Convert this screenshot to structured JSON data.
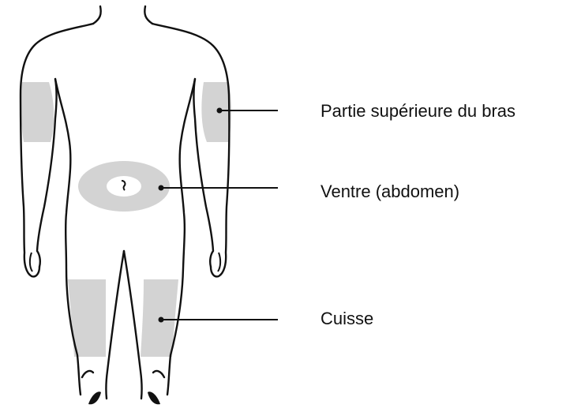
{
  "colors": {
    "outline": "#111111",
    "injection_zone": "#d3d3d3",
    "background": "#ffffff"
  },
  "injection_sites": [
    {
      "id": "upper-arm",
      "label": "Partie supérieure du bras"
    },
    {
      "id": "abdomen",
      "label": "Ventre (abdomen)"
    },
    {
      "id": "thigh",
      "label": "Cuisse"
    }
  ]
}
